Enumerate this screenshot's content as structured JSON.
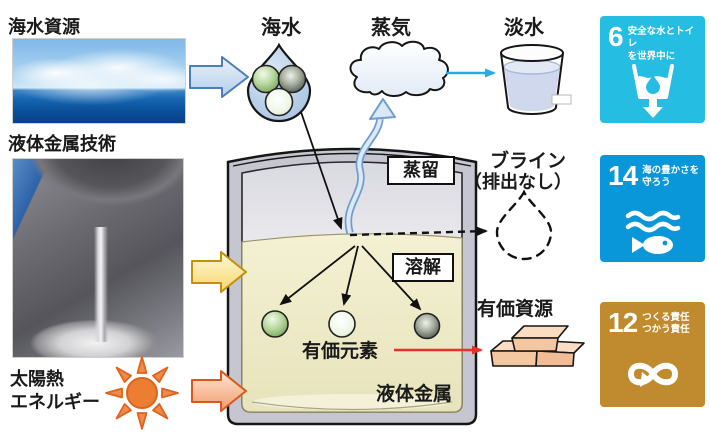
{
  "headings": {
    "seawater_resources": "海水資源",
    "liquid_metal_technology": "液体金属技術",
    "solar_thermal_line1": "太陽熱",
    "solar_thermal_line2": "エネルギー"
  },
  "flow_labels": {
    "seawater": "海水",
    "steam": "蒸気",
    "fresh_water": "淡水",
    "distillation": "蒸留",
    "dissolution": "溶解",
    "valuable_elements": "有価元素",
    "liquid_metal": "液体金属",
    "brine": "ブライン",
    "brine_note": "（排出なし）",
    "valuable_resources": "有価資源"
  },
  "sdg_goals": [
    {
      "number": "6",
      "title_line1": "安全な水とトイレ",
      "title_line2": "を世界中に",
      "color": "#26BDE2",
      "icon": "water-glass-drop-icon"
    },
    {
      "number": "14",
      "title_line1": "海の豊かさを",
      "title_line2": "守ろう",
      "color": "#0A97D9",
      "icon": "fish-waves-icon"
    },
    {
      "number": "12",
      "title_line1": "つくる責任",
      "title_line2": "つかう責任",
      "color": "#BF8B2E",
      "icon": "infinity-arrow-icon"
    }
  ],
  "colors": {
    "sdg6_bg": "#26BDE2",
    "sdg14_bg": "#0A97D9",
    "sdg12_bg": "#BF8B2E",
    "vessel_wall": "#C6C6D1",
    "liquid_metal_fill": "#EFEBC8",
    "seawater_arrow": "#4A7EBB",
    "heat_arrow_yellow": "#C39108",
    "heat_arrow_orange": "#D8591C",
    "steam_arrow": "#6F9DCC",
    "fresh_water_arrow": "#29ABE2",
    "valuable_arrow_red": "#E8302A",
    "sun": "#ED7D31",
    "gold_ingot": "#F5C7A1"
  }
}
